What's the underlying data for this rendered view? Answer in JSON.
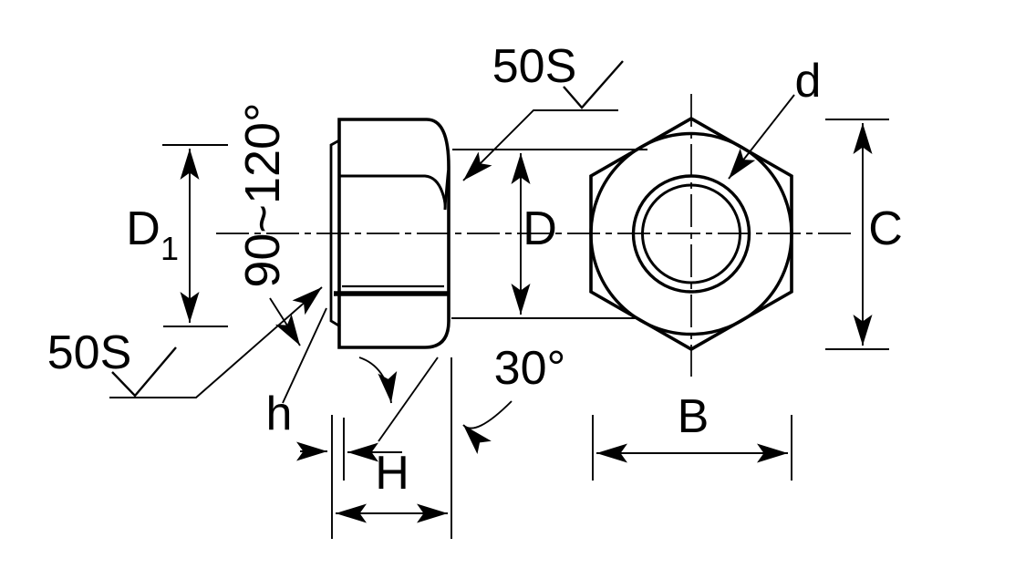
{
  "drawing": {
    "kind": "hex-nut-with-washer-face-technical-drawing",
    "colors": {
      "line": "#000000",
      "background": "#ffffff"
    },
    "labels": {
      "washer_face_diameter": "D",
      "washer_face_diameter_sub": "1",
      "bearing_surface_angle": "90~120°",
      "surface_finish_top": "50S",
      "surface_finish_bottom": "50S",
      "chamfer_circle_diameter": "D",
      "hole_diameter": "d",
      "width_across_corners": "C",
      "width_across_flats": "B",
      "nut_height": "H",
      "washer_face_thickness": "h",
      "chamfer_angle": "30°"
    }
  }
}
